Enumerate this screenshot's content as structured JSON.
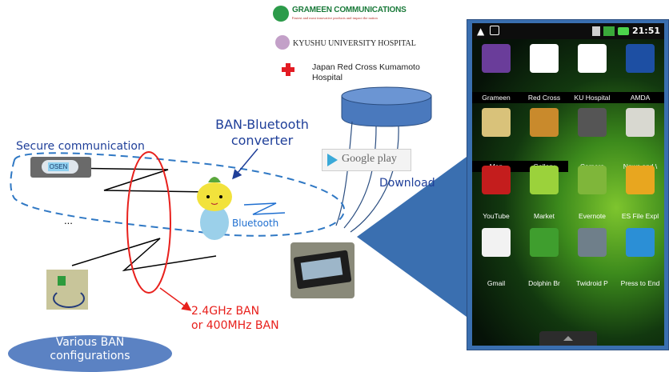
{
  "logos": {
    "grameen": {
      "name": "GRAMEEN COMMUNICATIONS",
      "tagline": "Fastest and most innovative products and impact the nation"
    },
    "kyushu": {
      "name": "KYUSHU UNIVERSITY HOSPITAL"
    },
    "redcross": {
      "line1": "Japan Red Cross Kumamoto",
      "line2": "Hospital"
    }
  },
  "labels": {
    "converter_line1": "BAN-Bluetooth",
    "converter_line2": "converter",
    "secure": "Secure communication",
    "download": "Download",
    "ellipsis": "...",
    "bluetooth": "Bluetooth",
    "ban_line1": "2.4GHz BAN",
    "ban_line2": "or 400MHz BAN",
    "various_line1": "Various BAN",
    "various_line2": "configurations",
    "google_play": "Google play",
    "osen": "OSEN"
  },
  "phone": {
    "time": "21:51",
    "apps": [
      {
        "label": "Grameen",
        "icon": "grameen-icon",
        "color": "#6a3d9a"
      },
      {
        "label": "Red Cross",
        "icon": "red-cross-icon",
        "color": "#ffffff"
      },
      {
        "label": "KU Hospital",
        "icon": "ku-hospital-icon",
        "color": "#ffffff"
      },
      {
        "label": "AMDA",
        "icon": "amda-icon",
        "color": "#1d4fa3"
      },
      {
        "label": "Map",
        "icon": "map-icon",
        "color": "#d9c27a"
      },
      {
        "label": "Gallery",
        "icon": "gallery-icon",
        "color": "#c98a2c"
      },
      {
        "label": "Camera",
        "icon": "camera-icon",
        "color": "#555555"
      },
      {
        "label": "News and \\",
        "icon": "news-icon",
        "color": "#d8d8d0"
      },
      {
        "label": "YouTube",
        "icon": "youtube-icon",
        "color": "#c41d1d"
      },
      {
        "label": "Market",
        "icon": "market-icon",
        "color": "#9bd23b"
      },
      {
        "label": "Evernote",
        "icon": "evernote-icon",
        "color": "#7fb63a"
      },
      {
        "label": "ES File Expl",
        "icon": "es-file-explorer-icon",
        "color": "#e8a61f"
      },
      {
        "label": "Gmail",
        "icon": "gmail-icon",
        "color": "#f2f2f2"
      },
      {
        "label": "Dolphin Br",
        "icon": "dolphin-browser-icon",
        "color": "#3f9e2e"
      },
      {
        "label": "Twidroid P",
        "icon": "twidroid-icon",
        "color": "#6f7f8a"
      },
      {
        "label": "Press to End",
        "icon": "press-to-end-icon",
        "color": "#2b8fd6"
      }
    ]
  },
  "colors": {
    "blue": "#1f3f99",
    "red": "#e8201c",
    "dashed": "#2f78c4",
    "ellipse_fill": "#5b82c3"
  }
}
